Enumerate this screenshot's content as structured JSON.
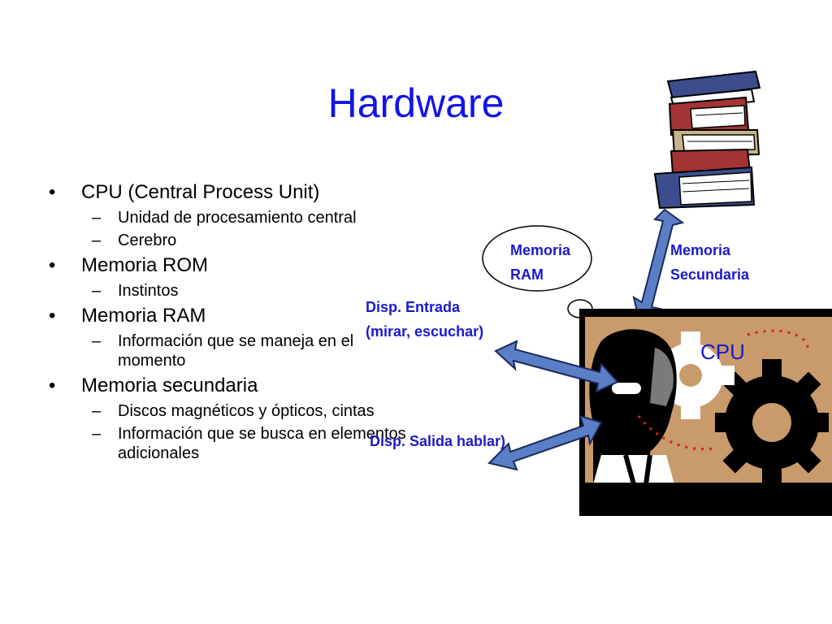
{
  "slide": {
    "title": "Hardware",
    "bullets": [
      {
        "text": "CPU (Central Process Unit)",
        "sub": [
          "Unidad de procesamiento central",
          "Cerebro"
        ]
      },
      {
        "text": "Memoria ROM",
        "sub": [
          "Instintos"
        ]
      },
      {
        "text": "Memoria RAM",
        "sub": [
          "Información que se maneja en el momento"
        ]
      },
      {
        "text": "Memoria secundaria",
        "sub": [
          "Discos magnéticos y ópticos, cintas",
          "Información que se busca en elementos adicionales"
        ]
      }
    ]
  },
  "diagram": {
    "ram_label": [
      "Memoria",
      "RAM"
    ],
    "secondary_label": [
      "Memoria",
      "Secundaria"
    ],
    "input_label": [
      "Disp. Entrada",
      "(mirar, escuchar)"
    ],
    "output_label": "Disp. Salida hablar)",
    "cpu_label": "CPU",
    "colors": {
      "title": "#1414e6",
      "labels": "#1a1acc",
      "arrow_fill": "#5b7fc7",
      "frame_bg": "#c99a6b"
    }
  }
}
